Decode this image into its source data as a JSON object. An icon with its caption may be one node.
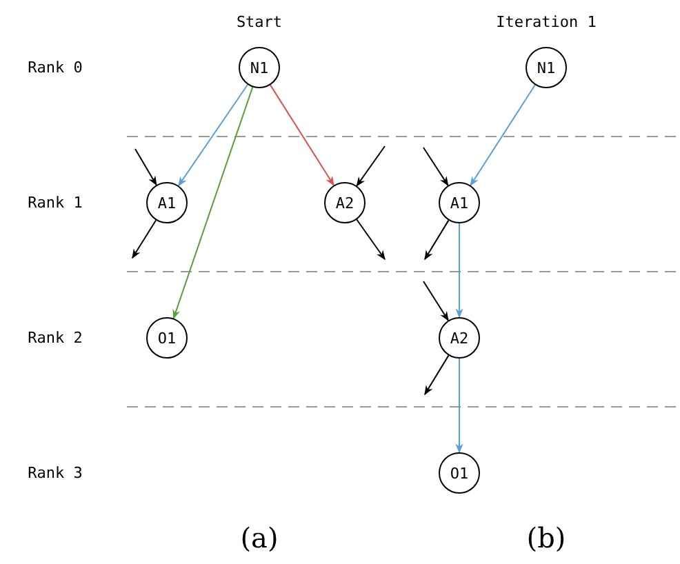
{
  "diagram": {
    "nodes": [
      {
        "text": [
          "N1"
        ]
      },
      {
        "text": [
          "A1"
        ]
      },
      {
        "text": [
          "A2"
        ]
      },
      {
        "text": [
          "O1"
        ]
      },
      {
        "text": [
          "N1"
        ]
      },
      {
        "text": [
          "A1"
        ]
      },
      {
        "text": [
          "A2"
        ]
      },
      {
        "text": [
          "O1"
        ]
      }
    ],
    "edges": [
      {
        "from": 0,
        "to": 1,
        "arrow": "to",
        "color": "#5aa0d8"
      },
      {
        "from": 0,
        "to": 2,
        "arrow": "to",
        "color": "#d9534f"
      },
      {
        "from": 0,
        "to": 3,
        "arrow": "to",
        "color": "#5a9e3e"
      },
      {
        "from": null,
        "to": 1,
        "arrow": "to"
      },
      {
        "from": 1,
        "to": null,
        "arrow": "to"
      },
      {
        "from": null,
        "to": 2,
        "arrow": "to"
      },
      {
        "from": 2,
        "to": null,
        "arrow": "to"
      },
      {
        "from": 4,
        "to": 5,
        "arrow": "to",
        "color": "#5aa0d8"
      },
      {
        "from": 5,
        "to": 6,
        "arrow": "to",
        "color": "#5aa0d8"
      },
      {
        "from": 6,
        "to": 7,
        "arrow": "to",
        "color": "#5aa0d8"
      },
      {
        "from": null,
        "to": 5,
        "arrow": "to"
      },
      {
        "from": 5,
        "to": null,
        "arrow": "to"
      },
      {
        "from": null,
        "to": 6,
        "arrow": "to"
      },
      {
        "from": 6,
        "to": null,
        "arrow": "to"
      }
    ],
    "labels": [
      "Start",
      "Iteration 1",
      "Rank 0",
      "Rank 1",
      "Rank 2",
      "Rank 3",
      "(a)",
      "(b)"
    ]
  }
}
